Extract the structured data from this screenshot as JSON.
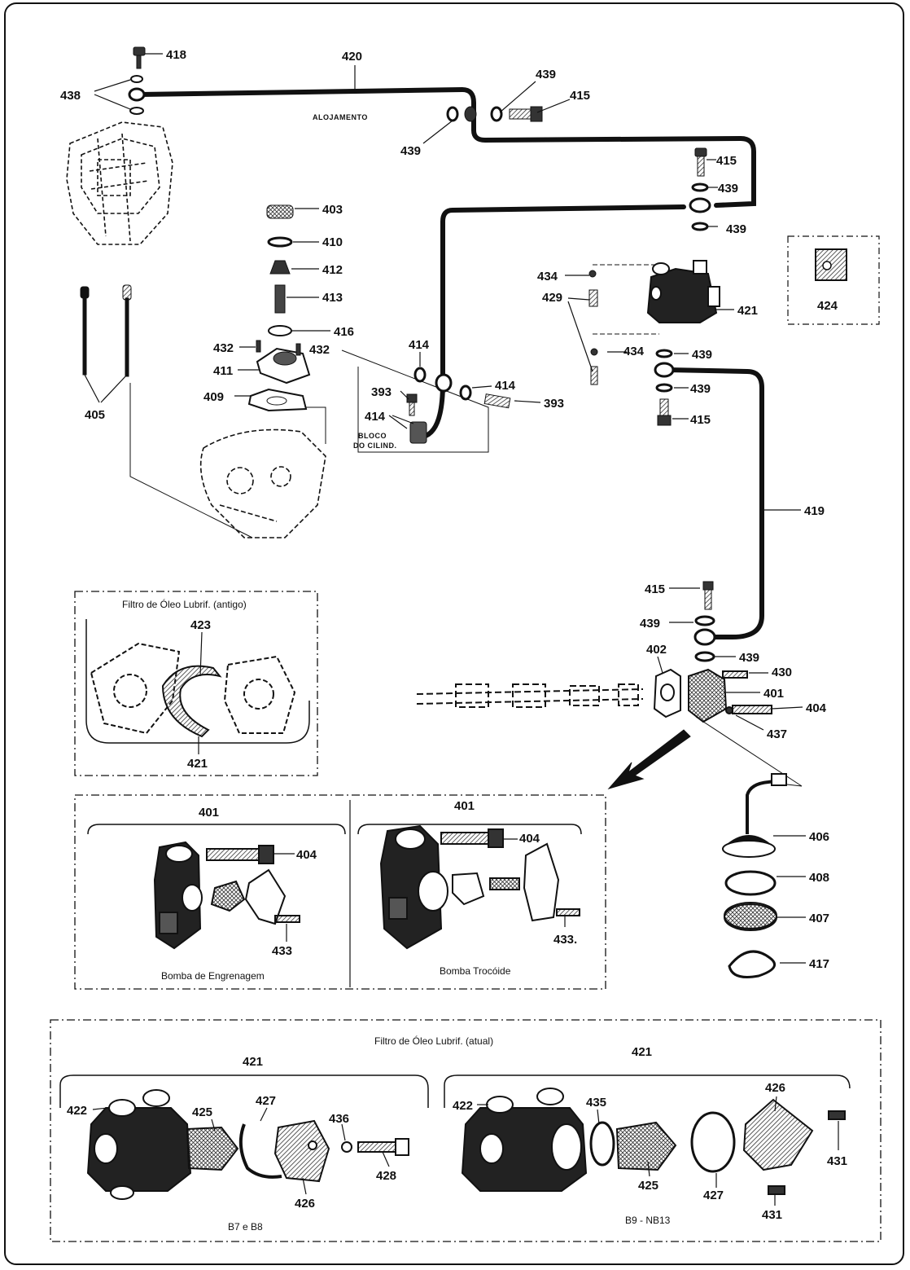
{
  "parts_numbers": {
    "p393": "393",
    "p401": "401",
    "p402": "402",
    "p403": "403",
    "p404": "404",
    "p405": "405",
    "p406": "406",
    "p407": "407",
    "p408": "408",
    "p409": "409",
    "p410": "410",
    "p411": "411",
    "p412": "412",
    "p413": "413",
    "p414": "414",
    "p415": "415",
    "p416": "416",
    "p417": "417",
    "p418": "418",
    "p419": "419",
    "p420": "420",
    "p421": "421",
    "p422": "422",
    "p423": "423",
    "p424": "424",
    "p425": "425",
    "p426": "426",
    "p427": "427",
    "p428": "428",
    "p429": "429",
    "p430": "430",
    "p431": "431",
    "p432": "432",
    "p433": "433",
    "p434": "434",
    "p435": "435",
    "p436": "436",
    "p437": "437",
    "p438": "438",
    "p439": "439"
  },
  "labels": {
    "alojamento": "ALOJAMENTO",
    "bloco_line1": "BLOCO",
    "bloco_line2": "DO CILIND.",
    "filtro_antigo": "Filtro de Óleo Lubrif. (antigo)",
    "filtro_atual": "Filtro de Óleo Lubrif. (atual)",
    "bomba_engrenagem": "Bomba de Engrenagem",
    "bomba_trocoide": "Bomba Trocóide",
    "b7_b8": "B7 e B8",
    "b9_nb13": "B9 - NB13",
    "p433_alt": "433."
  },
  "colors": {
    "ink": "#111111",
    "paper": "#ffffff",
    "hatch": "#333333"
  }
}
